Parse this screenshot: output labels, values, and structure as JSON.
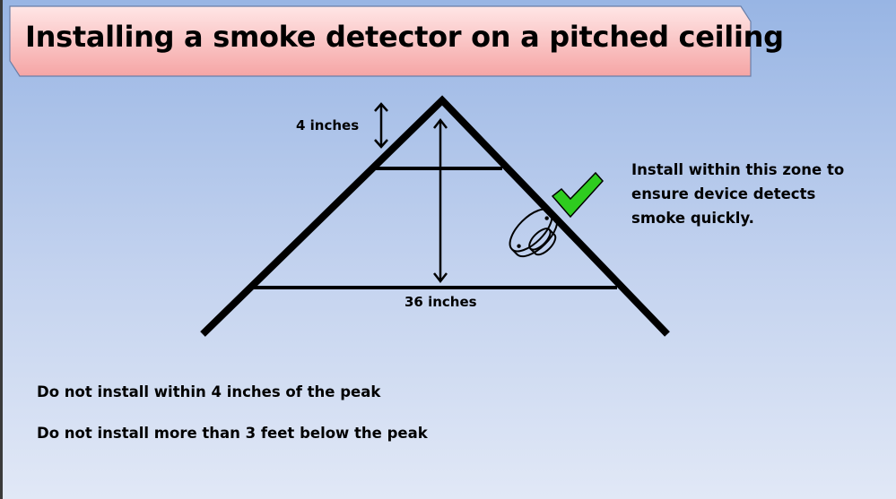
{
  "title": "Installing a smoke detector on a pitched ceiling",
  "diagram": {
    "peak_label": "4 inches",
    "depth_label": "36 inches",
    "zone_text": "Install within this zone to ensure device detects smoke quickly.",
    "checkmark_color": "#2ecc1f",
    "icons": [
      "smoke-detector-icon",
      "checkmark-icon"
    ]
  },
  "notes": [
    "Do not install within 4 inches of the peak",
    "Do not install more than 3 feet below the peak"
  ]
}
